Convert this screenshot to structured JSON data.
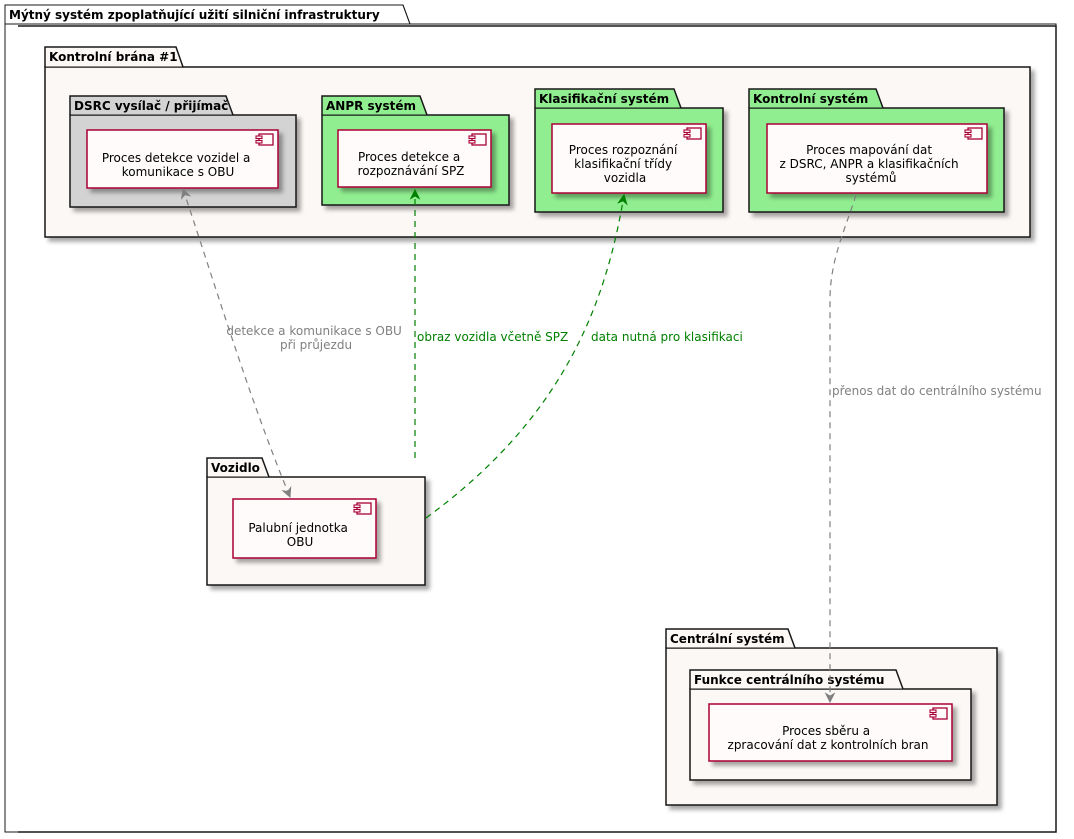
{
  "colors": {
    "package_bg": "#FCF8F6",
    "package_border": "#181818",
    "green_bg": "#90EE90",
    "grey_bg": "#D3D3D3",
    "component_border": "#A80036",
    "component_bg": "#FEFBFA",
    "arrow_grey": "#808080",
    "arrow_green": "#008000"
  },
  "packages": {
    "system": "Mýtný systém zpoplatňující užití silniční infrastruktury",
    "gate": "Kontrolní brána #1",
    "dsrc": "DSRC vysílač / přijímač",
    "anpr": "ANPR systém",
    "classification": "Klasifikační systém",
    "control": "Kontrolní systém",
    "vehicle": "Vozidlo",
    "central": "Centrální systém",
    "central_functions": "Funkce centrálního systému"
  },
  "components": {
    "dsrc_process": [
      "Proces detekce vozidel a",
      "komunikace s OBU"
    ],
    "anpr_process": [
      "Proces detekce a",
      "rozpoznávání SPZ"
    ],
    "classification_process": [
      "Proces rozpoznání",
      "klasifikační třídy",
      "vozidla"
    ],
    "control_process": [
      "Proces mapování dat",
      "z DSRC, ANPR a klasifikačních",
      "systémů"
    ],
    "obu": [
      "Palubní jednotka",
      "OBU"
    ],
    "central_process": [
      "Proces sběru a",
      "zpracování dat z kontrolních bran"
    ]
  },
  "connectors": {
    "dsrc_obu": [
      "detekce a komunikace s OBU",
      "při průjezdu"
    ],
    "anpr_vehicle": "obraz vozidla včetně SPZ",
    "classification_vehicle": "data nutná pro klasifikaci",
    "control_central": "přenos dat do centrálního systému"
  }
}
